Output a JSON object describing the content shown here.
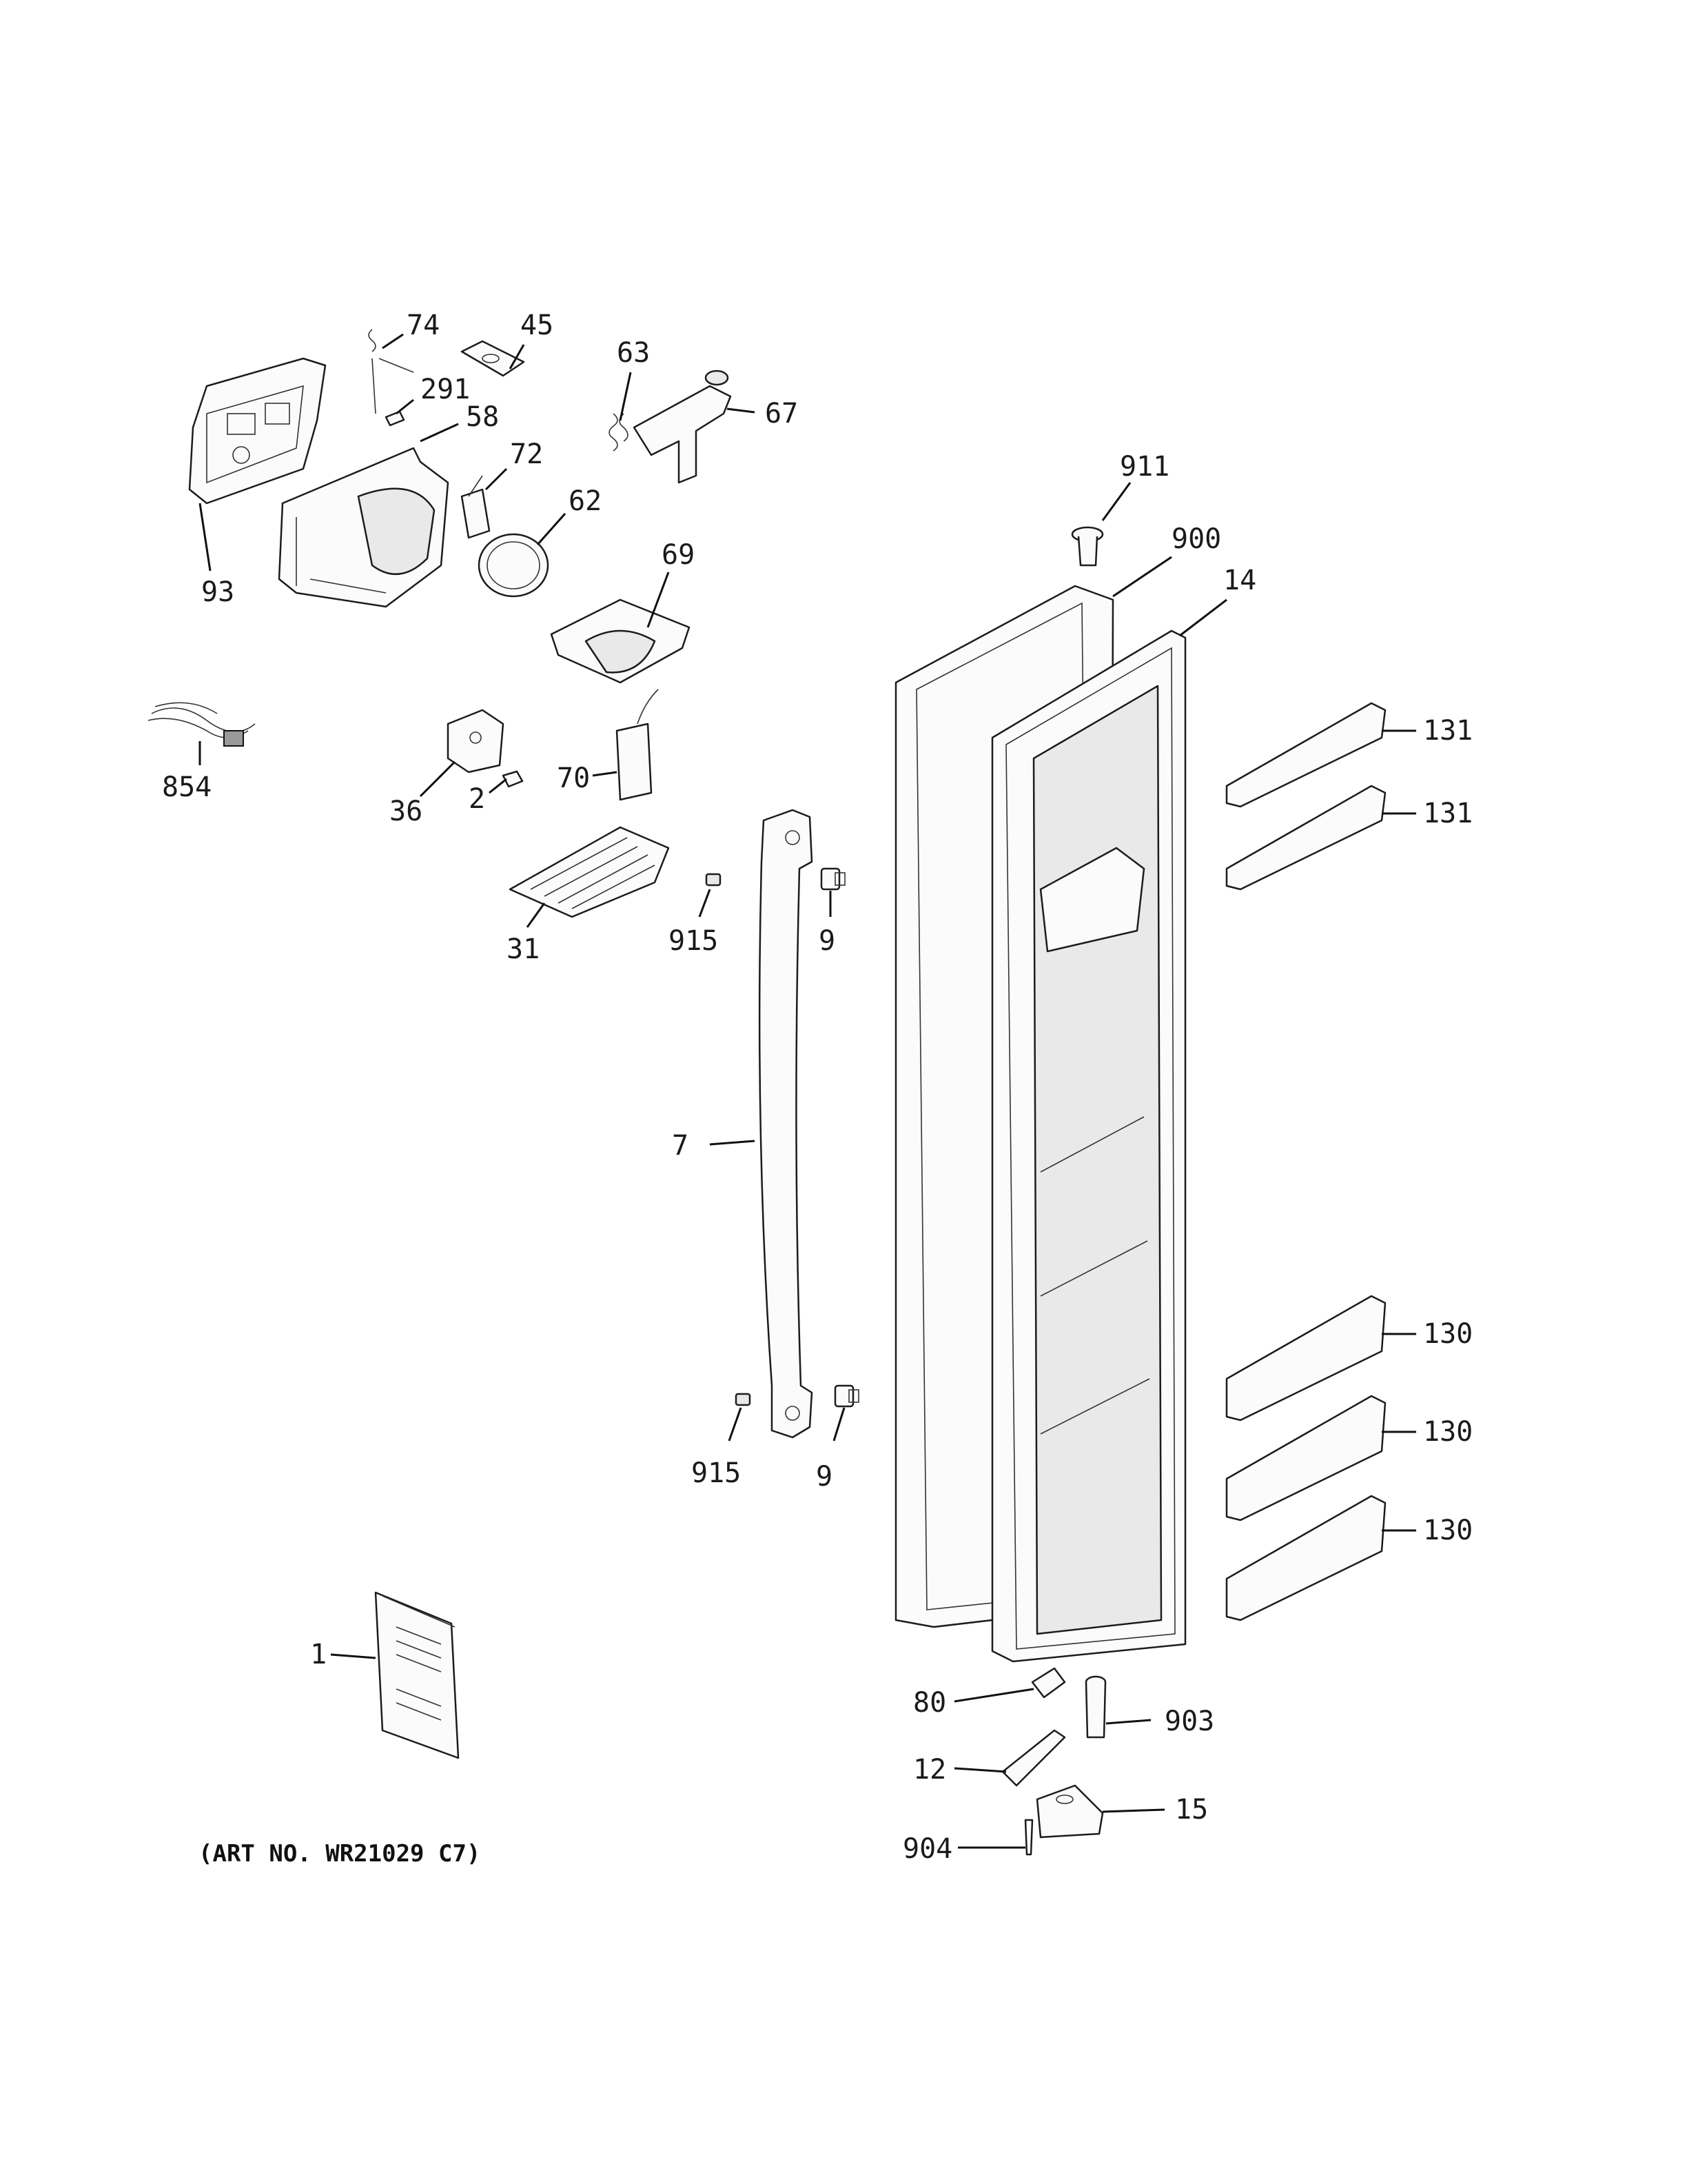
{
  "labels": {
    "l1": "1",
    "l2": "2",
    "l7": "7",
    "l9a": "9",
    "l9b": "9",
    "l12": "12",
    "l14": "14",
    "l15": "15",
    "l31": "31",
    "l36": "36",
    "l45": "45",
    "l58": "58",
    "l62": "62",
    "l63": "63",
    "l67": "67",
    "l69": "69",
    "l70": "70",
    "l72": "72",
    "l74": "74",
    "l80": "80",
    "l93": "93",
    "l130a": "130",
    "l130b": "130",
    "l130c": "130",
    "l131a": "131",
    "l131b": "131",
    "l291": "291",
    "l854": "854",
    "l900": "900",
    "l903": "903",
    "l904": "904",
    "l911": "911",
    "l915a": "915",
    "l915b": "915"
  },
  "art_number": "(ART NO. WR21029 C7)"
}
